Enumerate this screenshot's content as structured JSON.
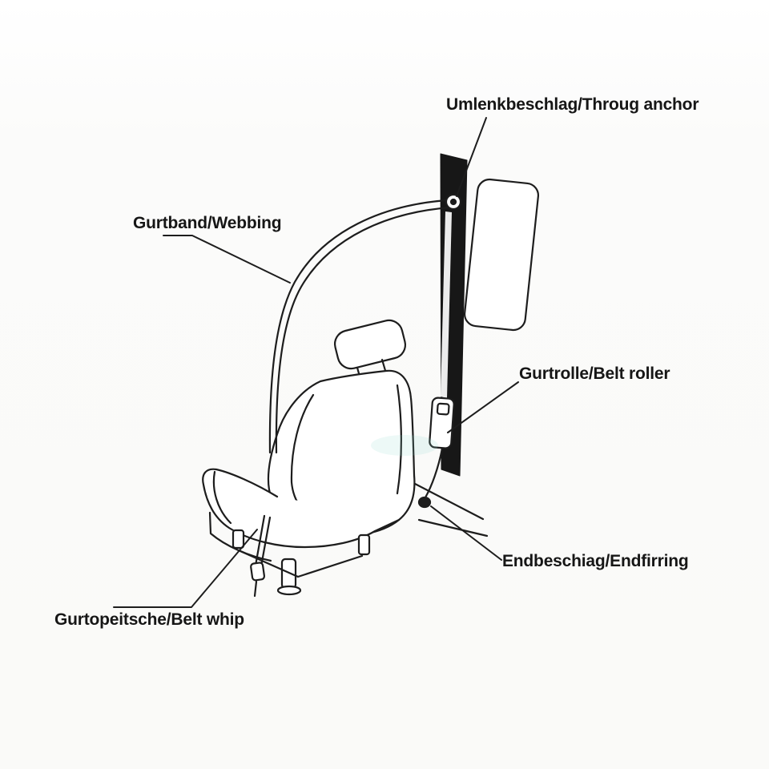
{
  "diagram": {
    "labels": {
      "through_anchor": "Umlenkbeschlag/Throug anchor",
      "webbing": "Gurtband/Webbing",
      "belt_roller": "Gurtrolle/Belt roller",
      "end_fitting": "Endbeschiag/Endfirring",
      "belt_whip": "Gurtopeitsche/Belt whip"
    },
    "colors": {
      "ink": "#1d1d1d",
      "pillar_fill": "#171717",
      "background": "#fbfbfa",
      "watermark": "#8fd9cf",
      "label_text": "#161616"
    }
  }
}
